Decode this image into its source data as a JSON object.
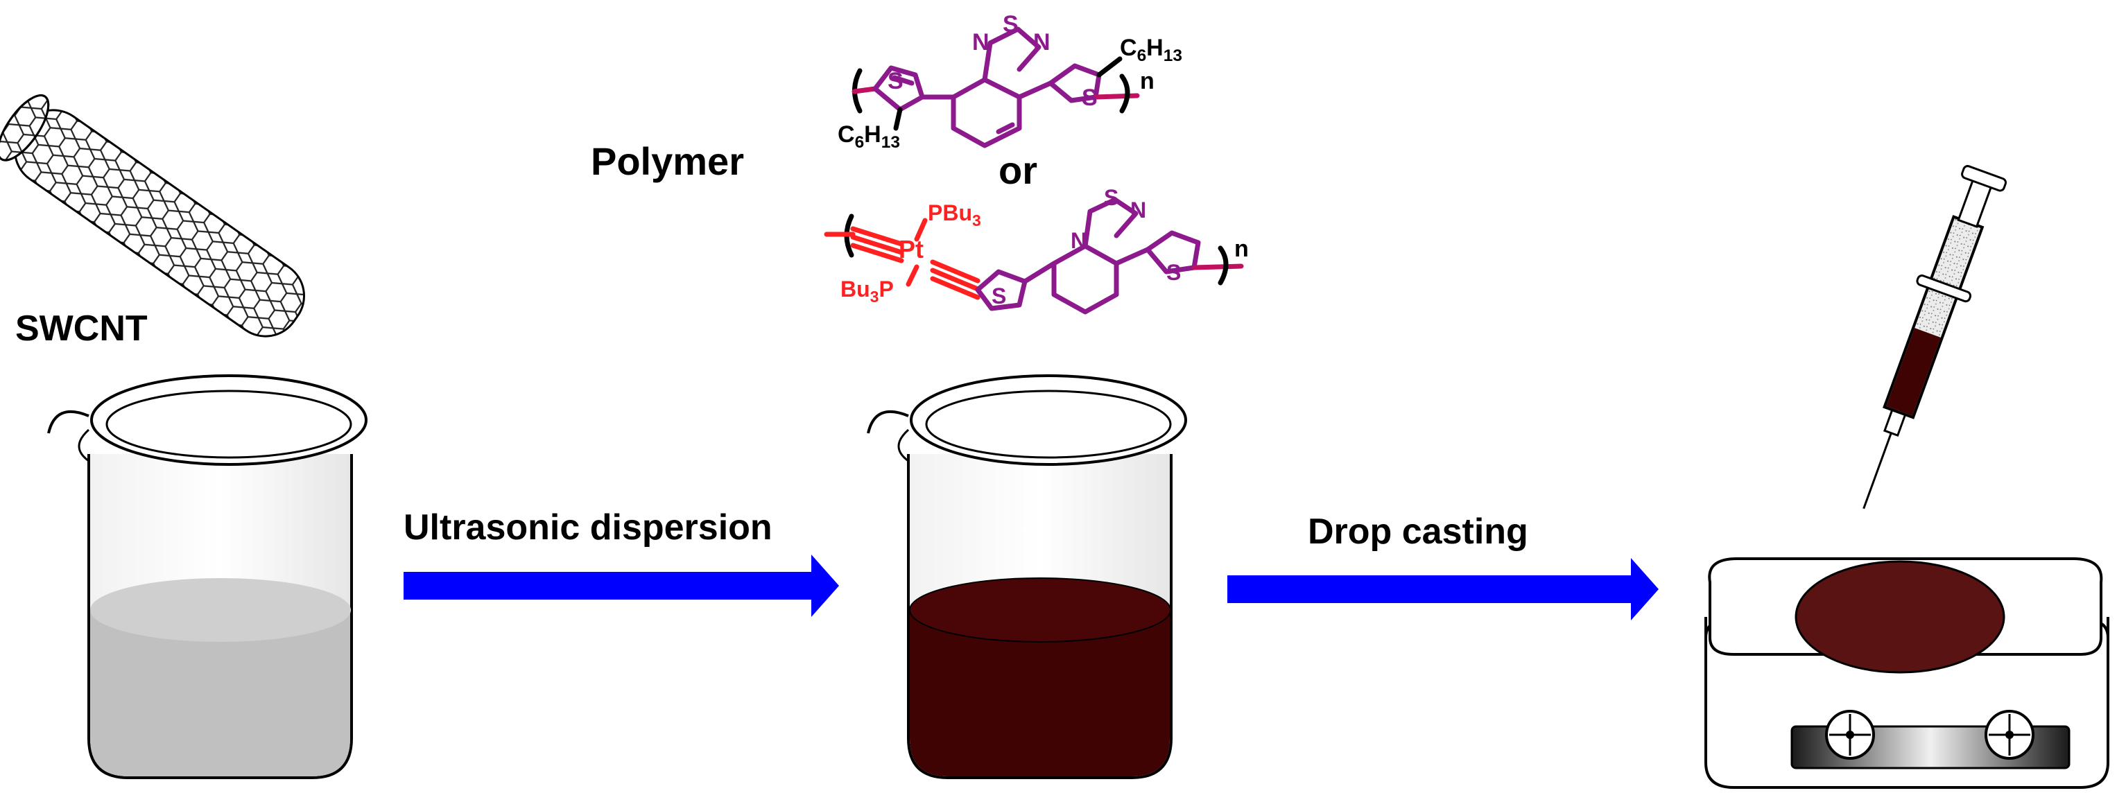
{
  "labels": {
    "swcnt": "SWCNT",
    "polymer": "Polymer",
    "or": "or",
    "step1": "Ultrasonic dispersion",
    "step2": "Drop casting"
  },
  "polymer1": {
    "s": "S",
    "n_left": "N",
    "n_right": "N",
    "s_left": "S",
    "s_right": "S",
    "alkyl": "C",
    "alkyl_sub": "6",
    "alkyl_h": "H",
    "alkyl_h_sub": "13",
    "repeat": "n"
  },
  "polymer2": {
    "pbu3_top": "PBu",
    "pbu3_top_sub": "3",
    "pt": "Pt",
    "bu3p_bottom": "Bu",
    "bu3p_bottom_sub": "3",
    "bu3p_bottom_p": "P",
    "s": "S",
    "n_left": "N",
    "n_right": "N",
    "s_left": "S",
    "s_right": "S",
    "repeat": "n"
  },
  "colors": {
    "arrow": "#0000ff",
    "solution_gray": "#c0c0c0",
    "solution_dark": "#3f0303",
    "polymer_purple": "#8c1a8c",
    "pt_red": "#ff2020",
    "outline": "#000000"
  }
}
